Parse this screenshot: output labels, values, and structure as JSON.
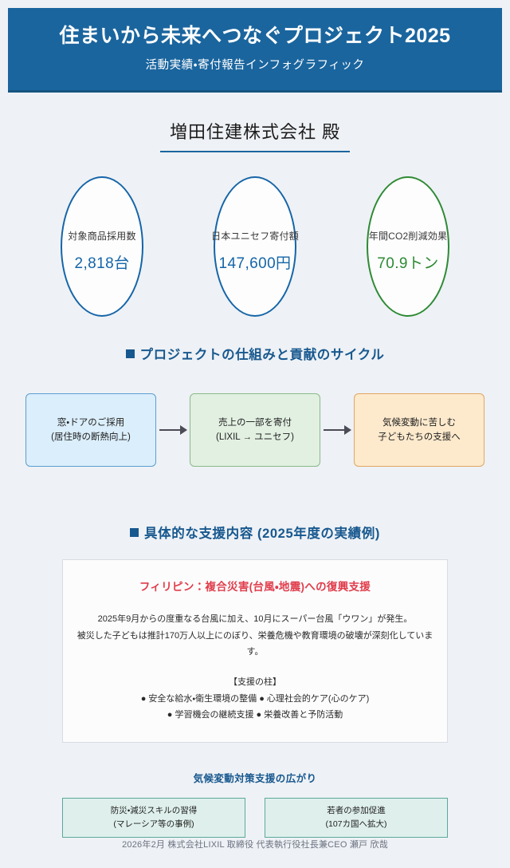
{
  "header": {
    "title": "住まいから未来へつなぐプロジェクト2025",
    "subtitle": "活動実績・寄付報告インフォグラフィック",
    "bg_color": "#1a659e"
  },
  "recipient": {
    "name": "増田住建株式会社 殿"
  },
  "kpis": [
    {
      "label": "対象商品採用数",
      "value": "2,818台",
      "color": "#1565a8"
    },
    {
      "label": "日本ユニセフ寄付額",
      "value": "147,600円",
      "color": "#1565a8"
    },
    {
      "label": "年間CO2削減効果",
      "value": "70.9トン",
      "color": "#2d8a34"
    }
  ],
  "flow_section": {
    "heading": "プロジェクトの仕組みと貢献のサイクル",
    "steps": [
      {
        "line1": "窓・ドアのご採用",
        "line2": "(居住時の断熱向上)",
        "color": "#dbeefb"
      },
      {
        "line1": "売上の一部を寄付",
        "line2": "(LIXIL → ユニセフ)",
        "color": "#e2f0e2"
      },
      {
        "line1": "気候変動に苦しむ",
        "line2": "子どもたちの支援へ",
        "color": "#fdeacd"
      }
    ]
  },
  "support_section": {
    "heading": "具体的な支援内容 (2025年度の実績例)",
    "card": {
      "title": "フィリピン：複合災害(台風・地震)への復興支援",
      "body_line1": "2025年9月からの度重なる台風に加え、10月にスーパー台風「ウワン」が発生。",
      "body_line2": "被災した子どもは推計170万人以上にのぼり、栄養危機や教育環境の破壊が深刻化しています。",
      "pillars_heading": "【支援の柱】",
      "pillars_line1": "● 安全な給水・衛生環境の整備 ● 心理社会的ケア(心のケア)",
      "pillars_line2": "● 学習機会の継続支援 ● 栄養改善と予防活動",
      "title_color": "#e03c4a"
    }
  },
  "expansion_section": {
    "title": "気候変動対策支援の広がり",
    "boxes": [
      {
        "line1": "防災・減災スキルの習得",
        "line2": "(マレーシア等の事例)"
      },
      {
        "line1": "若者の参加促進",
        "line2": "(107カ国へ拡大)"
      }
    ]
  },
  "footer": {
    "text": "2026年2月 株式会社LIXIL 取締役 代表執行役社長兼CEO 瀬戸 欣哉"
  }
}
